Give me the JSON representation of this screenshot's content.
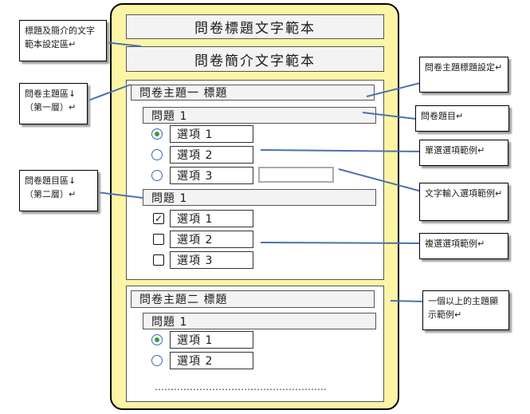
{
  "survey": {
    "title": "問卷標題文字範本",
    "intro": "問卷簡介文字範本",
    "sections": [
      {
        "topic": "問卷主題一  標題",
        "questions": [
          {
            "label": "問題 1",
            "type": "radio",
            "selected": 0,
            "options": [
              "選項 1",
              "選項 2",
              "選項 3"
            ]
          },
          {
            "label": "問題 1",
            "type": "checkbox",
            "checked": [
              0
            ],
            "options": [
              "選項 1",
              "選項 2",
              "選項 3"
            ]
          }
        ]
      },
      {
        "topic": "問卷主題二  標題",
        "questions": [
          {
            "label": "問題 1",
            "type": "radio",
            "selected": 0,
            "options": [
              "選項 1",
              "選項 2"
            ]
          }
        ],
        "ellipsis": "…………………………………………………………………"
      }
    ],
    "check_mark": "✓"
  },
  "callouts": {
    "title_intro": "標題及簡介的文字範本設定區↵",
    "topic_title": "問卷主題標題設定↵",
    "topic_area": "問卷主題區↓（第一層）↵",
    "question": "問卷題目↵",
    "radio_example": "單選選項範例↵",
    "question_area": "問卷題目區↓（第二層）↵",
    "text_input_example": "文字輸入選項範例↵",
    "checkbox_example": "複選選項範例↵",
    "multi_topic": "一個以上的主題顯示範例↵"
  },
  "colors": {
    "form_bg": "#fcf5a6",
    "callout_line": "#4a72b0",
    "radio_selected": "#2fa23b"
  }
}
